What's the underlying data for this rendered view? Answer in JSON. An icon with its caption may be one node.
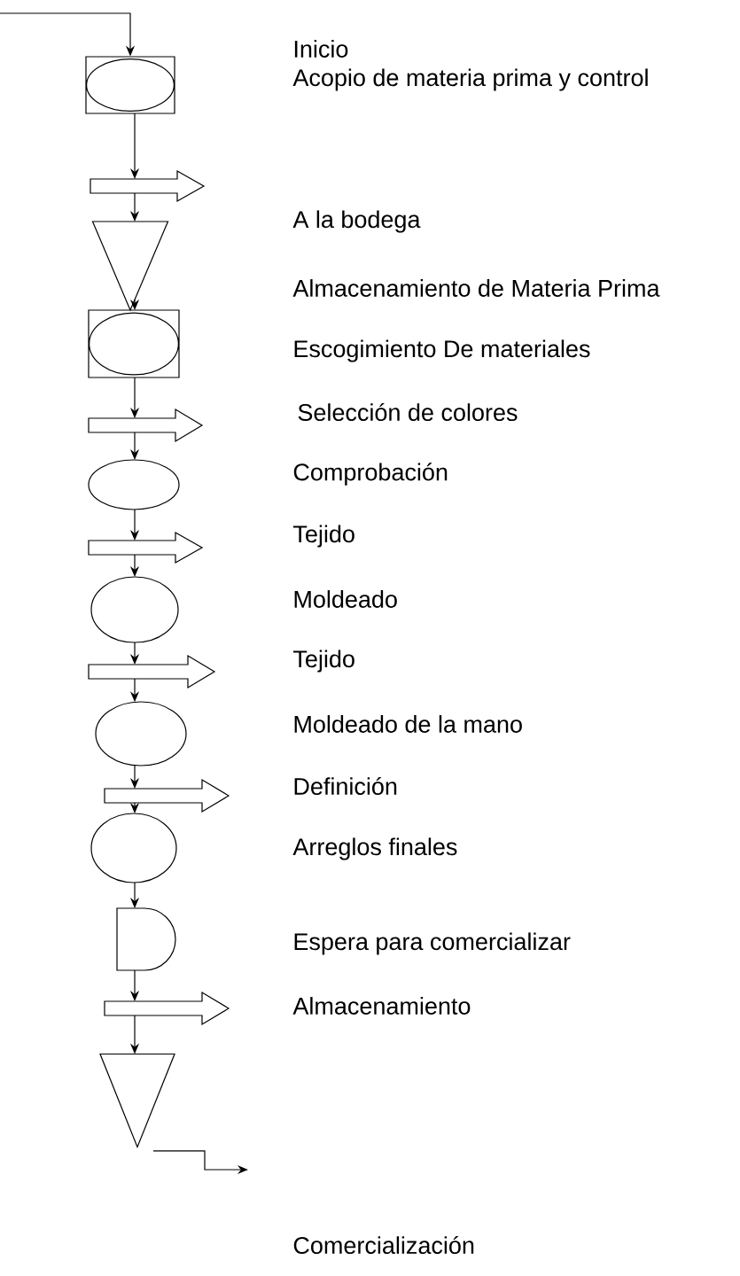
{
  "diagram": {
    "nodes": [
      {
        "text": [],
        "shape": "box"
      },
      {
        "text": [],
        "shape": "arrow"
      },
      {
        "text": [],
        "shape": "triangle"
      },
      {
        "text": [],
        "shape": "box"
      },
      {
        "text": [],
        "shape": "arrow"
      },
      {
        "text": [],
        "shape": "ellipse"
      },
      {
        "text": [],
        "shape": "arrow"
      },
      {
        "text": [],
        "shape": "ellipse"
      },
      {
        "text": [],
        "shape": "arrow"
      },
      {
        "text": [],
        "shape": "ellipse"
      },
      {
        "text": [],
        "shape": "arrow"
      },
      {
        "text": [],
        "shape": "ellipse"
      },
      {
        "text": [],
        "shape": "delay"
      },
      {
        "text": [],
        "shape": "arrow"
      },
      {
        "text": [],
        "shape": "triangle"
      }
    ],
    "edges": [
      {
        "from": null,
        "to": 0,
        "arrow": "to"
      },
      {
        "from": 0,
        "to": 1,
        "arrow": "to"
      },
      {
        "from": 1,
        "to": 2,
        "arrow": "to"
      },
      {
        "from": 2,
        "to": 3,
        "arrow": "to"
      },
      {
        "from": 3,
        "to": 4,
        "arrow": "to"
      },
      {
        "from": 4,
        "to": 5,
        "arrow": "to"
      },
      {
        "from": 5,
        "to": 6,
        "arrow": "to"
      },
      {
        "from": 6,
        "to": 7,
        "arrow": "to"
      },
      {
        "from": 7,
        "to": 8,
        "arrow": "to"
      },
      {
        "from": 8,
        "to": 9,
        "arrow": "to"
      },
      {
        "from": 9,
        "to": 10,
        "arrow": "to"
      },
      {
        "from": 10,
        "to": 11,
        "arrow": "to"
      },
      {
        "from": 11,
        "to": 12,
        "arrow": "to"
      },
      {
        "from": 12,
        "to": 13,
        "arrow": "to"
      },
      {
        "from": 13,
        "to": 14,
        "arrow": "to"
      },
      {
        "from": 14,
        "to": null,
        "arrow": "to"
      }
    ],
    "labels": [
      "Inicio",
      "Acopio de materia prima y control",
      "A la bodega",
      "Almacenamiento de Materia Prima",
      "Escogimiento De materiales",
      "Selección de colores",
      "Comprobación",
      "Tejido",
      "Moldeado",
      "Tejido",
      "Moldeado de la mano",
      "Definición",
      "Arreglos finales",
      "Espera para comercializar",
      "Almacenamiento",
      "Comercialización"
    ]
  }
}
